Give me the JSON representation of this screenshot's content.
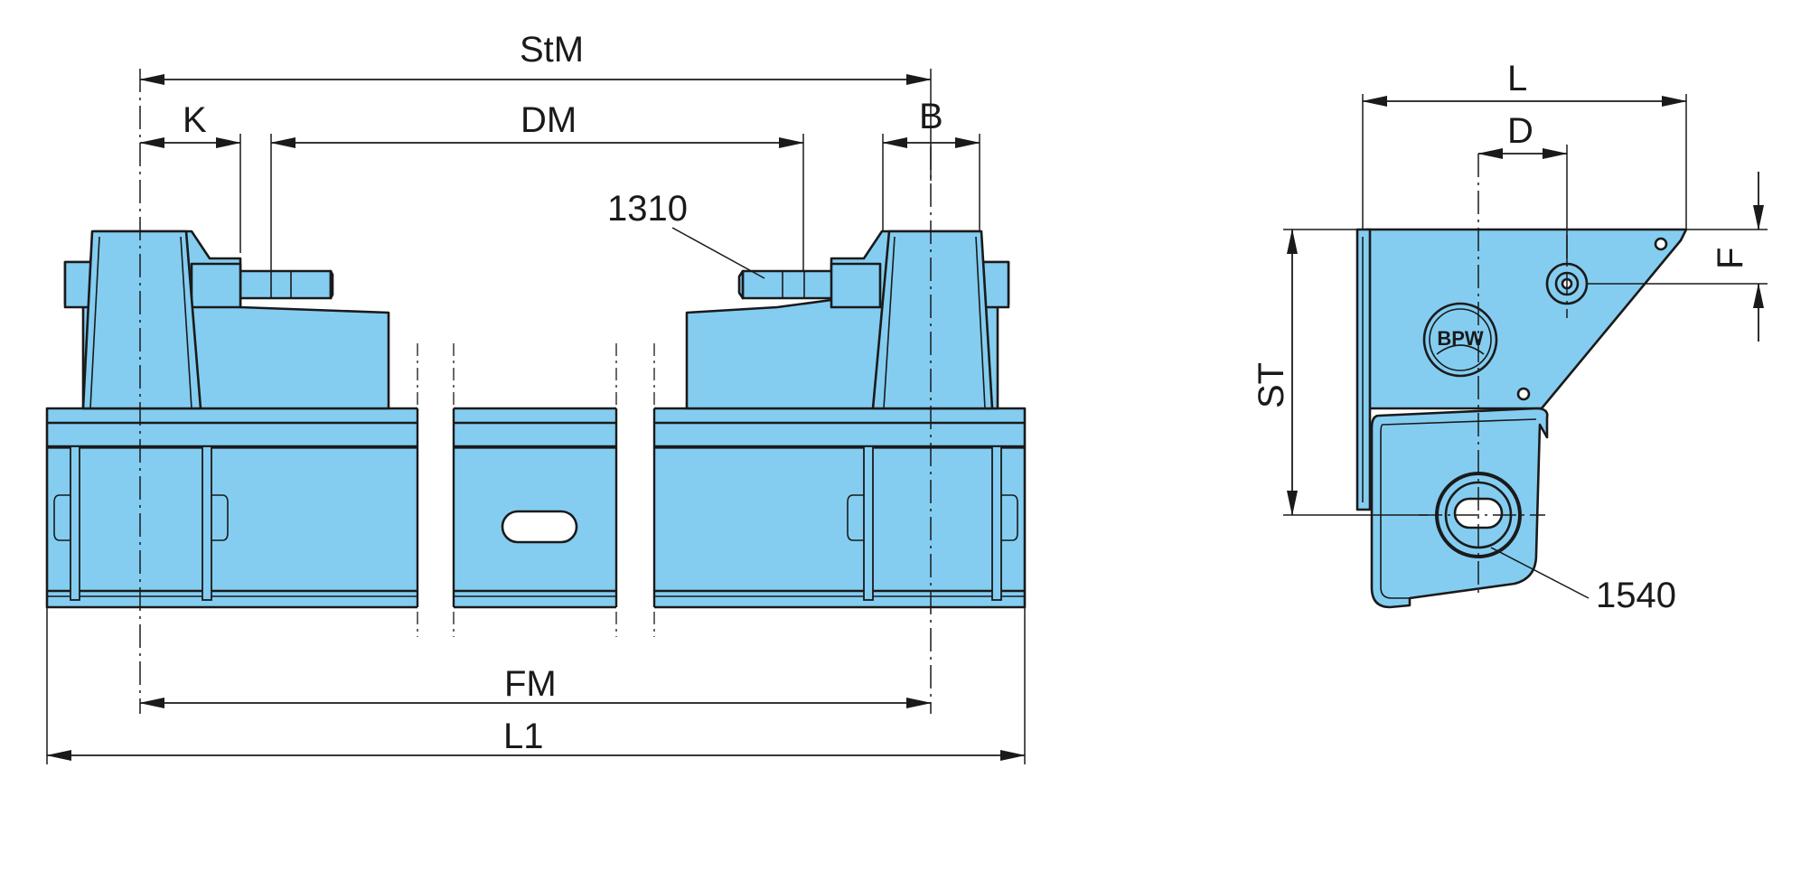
{
  "drawing": {
    "colors": {
      "part_fill": "#84cdf1",
      "line": "#1a1a1a",
      "background": "#ffffff"
    },
    "front_view": {
      "dimensions": {
        "stm": "StM",
        "k": "K",
        "dm": "DM",
        "b": "B",
        "fm": "FM",
        "l1": "L1"
      },
      "callouts": {
        "part_1310": "1310"
      }
    },
    "side_view": {
      "dimensions": {
        "l": "L",
        "d": "D",
        "f": "F",
        "st": "ST"
      },
      "callouts": {
        "part_1540": "1540"
      },
      "logo": {
        "text": "BPW",
        "icon": "bpw-logo-icon"
      }
    }
  }
}
